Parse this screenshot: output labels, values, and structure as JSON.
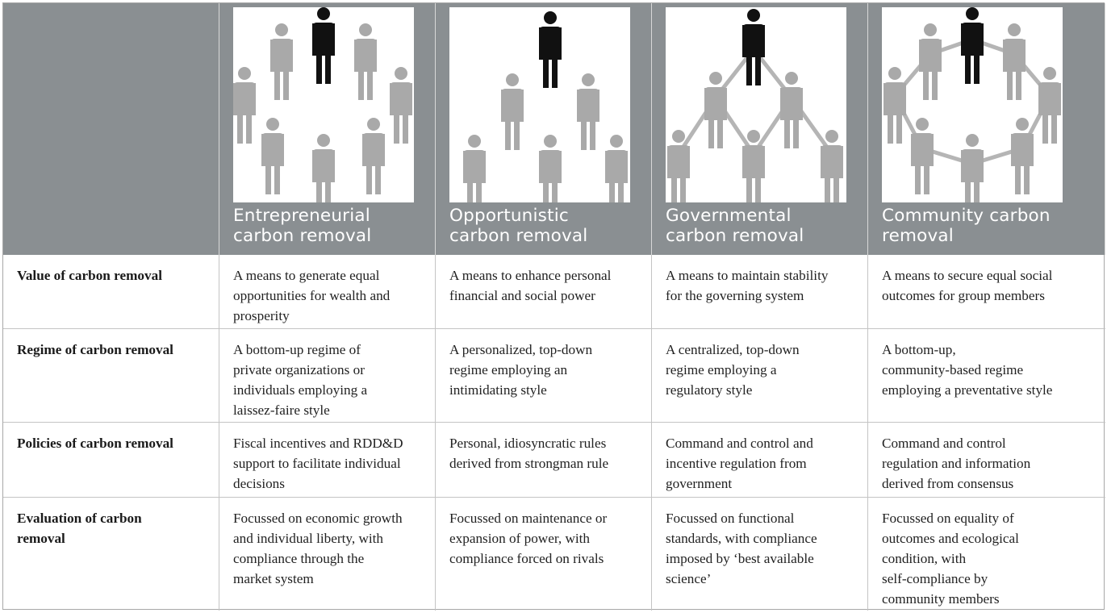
{
  "colors": {
    "header_bg": "#8a8f92",
    "figure_leader": "#111111",
    "figure_member": "#a9a9a9",
    "link": "#b5b5b5"
  },
  "columns": [
    {
      "title": "Entrepreneurial\ncarbon removal",
      "icon": "people-circle-no-links-icon"
    },
    {
      "title": "Opportunistic\ncarbon removal",
      "icon": "people-pyramid-no-links-icon"
    },
    {
      "title": "Governmental\ncarbon removal",
      "icon": "people-hierarchy-linked-icon"
    },
    {
      "title": "Community carbon\nremoval",
      "icon": "people-ring-linked-icon"
    }
  ],
  "rows": [
    {
      "label": "Value of carbon removal",
      "cells": [
        "A means to generate equal\nopportunities for wealth and\nprosperity",
        "A means to enhance personal\nfinancial and social power",
        "A means to maintain stability\nfor the governing system",
        "A means to secure equal social\noutcomes for group members"
      ]
    },
    {
      "label": "Regime of carbon removal",
      "cells": [
        "A bottom-up regime of\nprivate organizations or\nindividuals employing a\nlaissez-faire style",
        "A personalized, top-down\nregime employing an\nintimidating style",
        "A centralized, top-down\nregime employing a\nregulatory style",
        "A bottom-up,\ncommunity-based regime\nemploying a preventative style"
      ]
    },
    {
      "label": "Policies of carbon removal",
      "cells": [
        "Fiscal incentives and RDD&D\nsupport to facilitate individual\ndecisions",
        "Personal, idiosyncratic rules\nderived from strongman rule",
        "Command and control and\nincentive regulation from\ngovernment",
        "Command and control\nregulation and information\nderived from consensus"
      ]
    },
    {
      "label": "Evaluation of carbon\nremoval",
      "cells": [
        "Focussed on economic growth\nand individual liberty, with\ncompliance through the\nmarket system",
        "Focussed on maintenance or\nexpansion of power, with\ncompliance forced on rivals",
        "Focussed on functional\nstandards, with compliance\nimposed by ‘best available\nscience’",
        "Focussed on equality of\noutcomes and ecological\ncondition, with\nself-compliance by\ncommunity members"
      ]
    }
  ]
}
